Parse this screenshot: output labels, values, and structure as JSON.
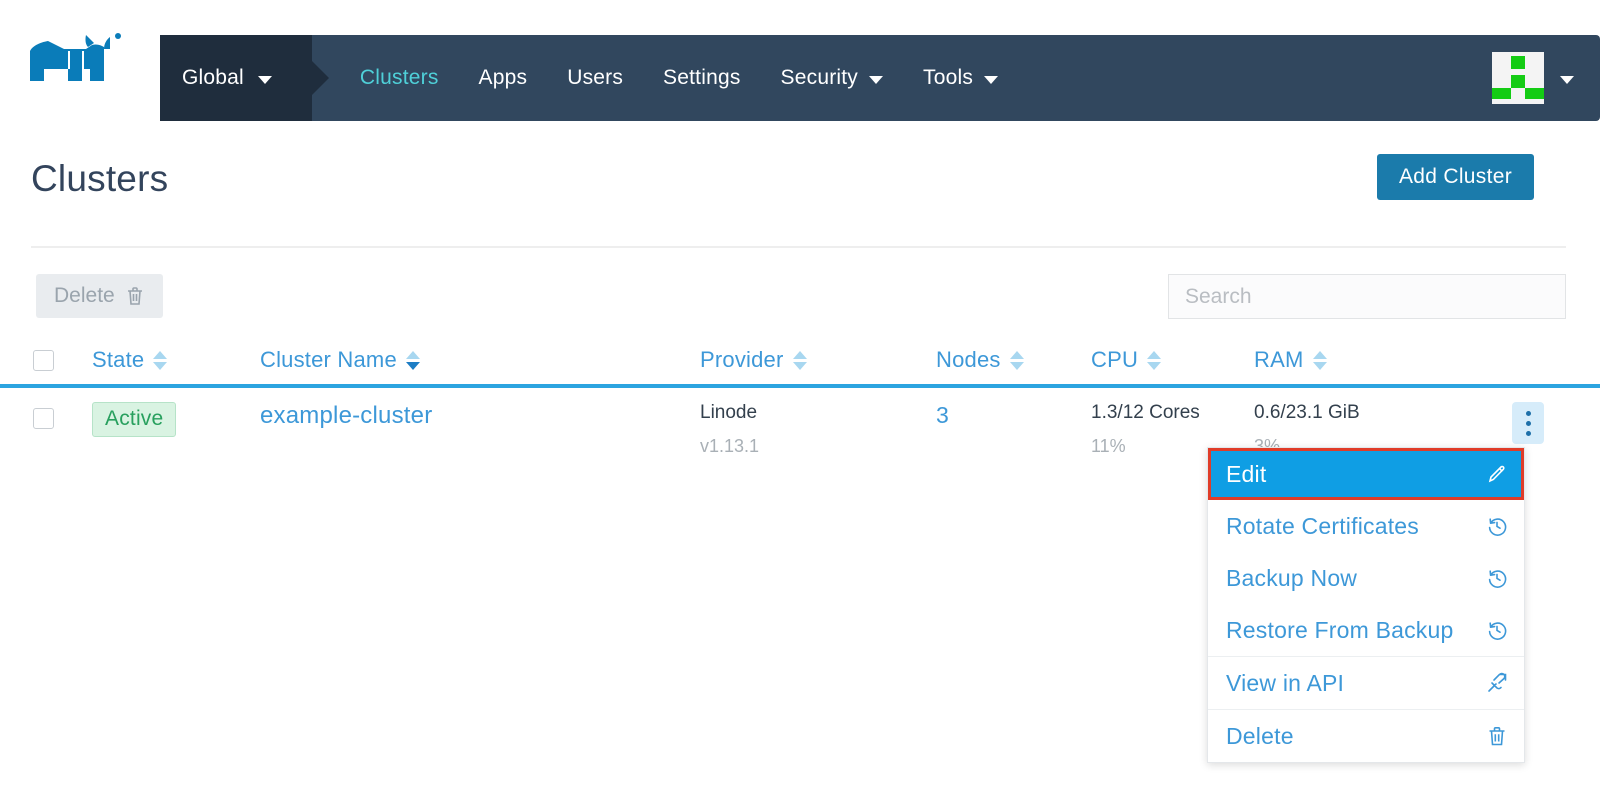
{
  "header": {
    "logo": "rancher-bull-logo",
    "context_label": "Global",
    "nav_items": [
      {
        "label": "Clusters",
        "active": true,
        "dropdown": false
      },
      {
        "label": "Apps",
        "active": false,
        "dropdown": false
      },
      {
        "label": "Users",
        "active": false,
        "dropdown": false
      },
      {
        "label": "Settings",
        "active": false,
        "dropdown": false
      },
      {
        "label": "Security",
        "active": false,
        "dropdown": true
      },
      {
        "label": "Tools",
        "active": false,
        "dropdown": true
      }
    ],
    "avatar": "user-identicon-avatar"
  },
  "page": {
    "title": "Clusters",
    "add_button": "Add Cluster"
  },
  "toolbar": {
    "delete_label": "Delete",
    "delete_icon": "trash-icon",
    "delete_disabled": true,
    "search_placeholder": "Search",
    "search_value": ""
  },
  "table": {
    "columns": [
      {
        "label": "State",
        "sorted": false
      },
      {
        "label": "Cluster Name",
        "sorted": true
      },
      {
        "label": "Provider",
        "sorted": false
      },
      {
        "label": "Nodes",
        "sorted": false
      },
      {
        "label": "CPU",
        "sorted": false
      },
      {
        "label": "RAM",
        "sorted": false
      }
    ],
    "rows": [
      {
        "checked": false,
        "state": "Active",
        "name": "example-cluster",
        "provider": "Linode",
        "provider_version": "v1.13.1",
        "nodes": "3",
        "cpu": "1.3/12 Cores",
        "cpu_percent": "11%",
        "ram": "0.6/23.1 GiB",
        "ram_percent": "3%"
      }
    ]
  },
  "context_menu": {
    "items": [
      {
        "label": "Edit",
        "icon": "pencil-icon",
        "highlighted": true,
        "separator_after": false
      },
      {
        "label": "Rotate Certificates",
        "icon": "history-icon",
        "highlighted": false,
        "separator_after": false
      },
      {
        "label": "Backup Now",
        "icon": "history-icon",
        "highlighted": false,
        "separator_after": false
      },
      {
        "label": "Restore From Backup",
        "icon": "history-icon",
        "highlighted": false,
        "separator_after": true
      },
      {
        "label": "View in API",
        "icon": "link-icon",
        "highlighted": false,
        "separator_after": true
      },
      {
        "label": "Delete",
        "icon": "trash-icon",
        "highlighted": false,
        "separator_after": false
      }
    ]
  },
  "colors": {
    "nav_bg": "#31475e",
    "nav_context_bg": "#1f2d3d",
    "nav_active": "#4fd0d8",
    "link_blue": "#3d98d8",
    "primary_button": "#1b7bab",
    "header_underline": "#2ca4e0",
    "badge_green": "#28a05e",
    "highlight_blue": "#0f9ee4",
    "annotation_red": "#e03c28"
  }
}
